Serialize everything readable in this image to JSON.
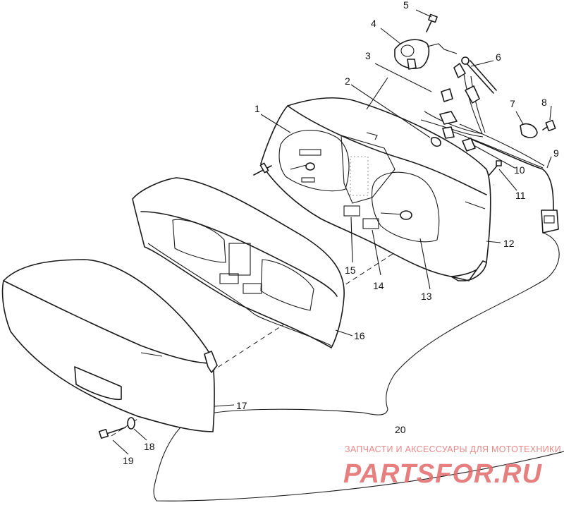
{
  "callouts": [
    "1",
    "2",
    "3",
    "4",
    "5",
    "6",
    "7",
    "8",
    "9",
    "10",
    "11",
    "12",
    "13",
    "14",
    "15",
    "16",
    "17",
    "18",
    "19",
    "20"
  ],
  "watermark": {
    "tagline": "ЗАПЧАСТИ И АКСЕССУАРЫ ДЛЯ МОТОТЕХНИКИ",
    "brand": "PARTSFOR.RU",
    "color": "#e26a6a"
  }
}
